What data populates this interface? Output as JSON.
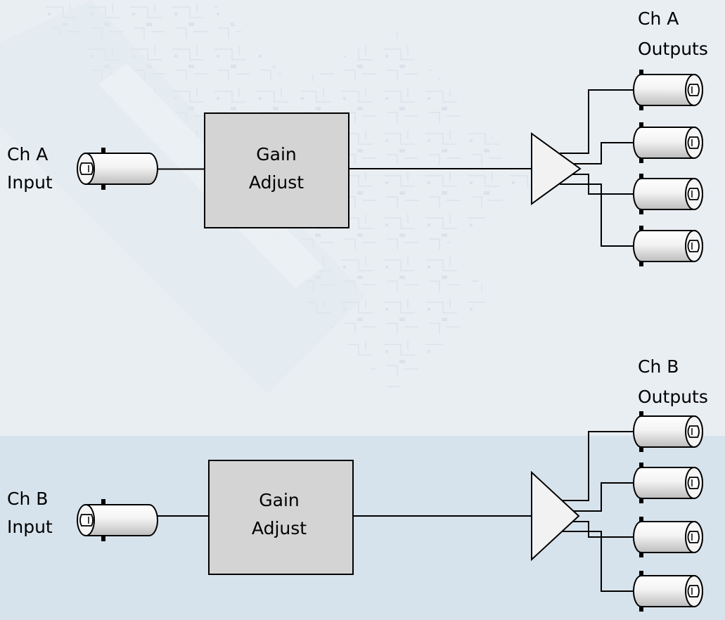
{
  "colors": {
    "background_top": "#e9eef3",
    "background_bottom": "#d7e3ec",
    "block_fill": "#d4d4d4",
    "connector_body": "#f2f2f2",
    "line": "#000000"
  },
  "channels": [
    {
      "input_label": [
        "Ch A",
        "Input"
      ],
      "block_label": [
        "Gain",
        "Adjust"
      ],
      "outputs_label": [
        "Ch A",
        "Outputs"
      ],
      "output_count": 4
    },
    {
      "input_label": [
        "Ch B",
        "Input"
      ],
      "block_label": [
        "Gain",
        "Adjust"
      ],
      "outputs_label": [
        "Ch B",
        "Outputs"
      ],
      "output_count": 4
    }
  ],
  "icons": {
    "input_connector": "bnc-connector-icon",
    "output_connector": "bnc-connector-icon",
    "amplifier": "buffer-amplifier-triangle-icon"
  }
}
